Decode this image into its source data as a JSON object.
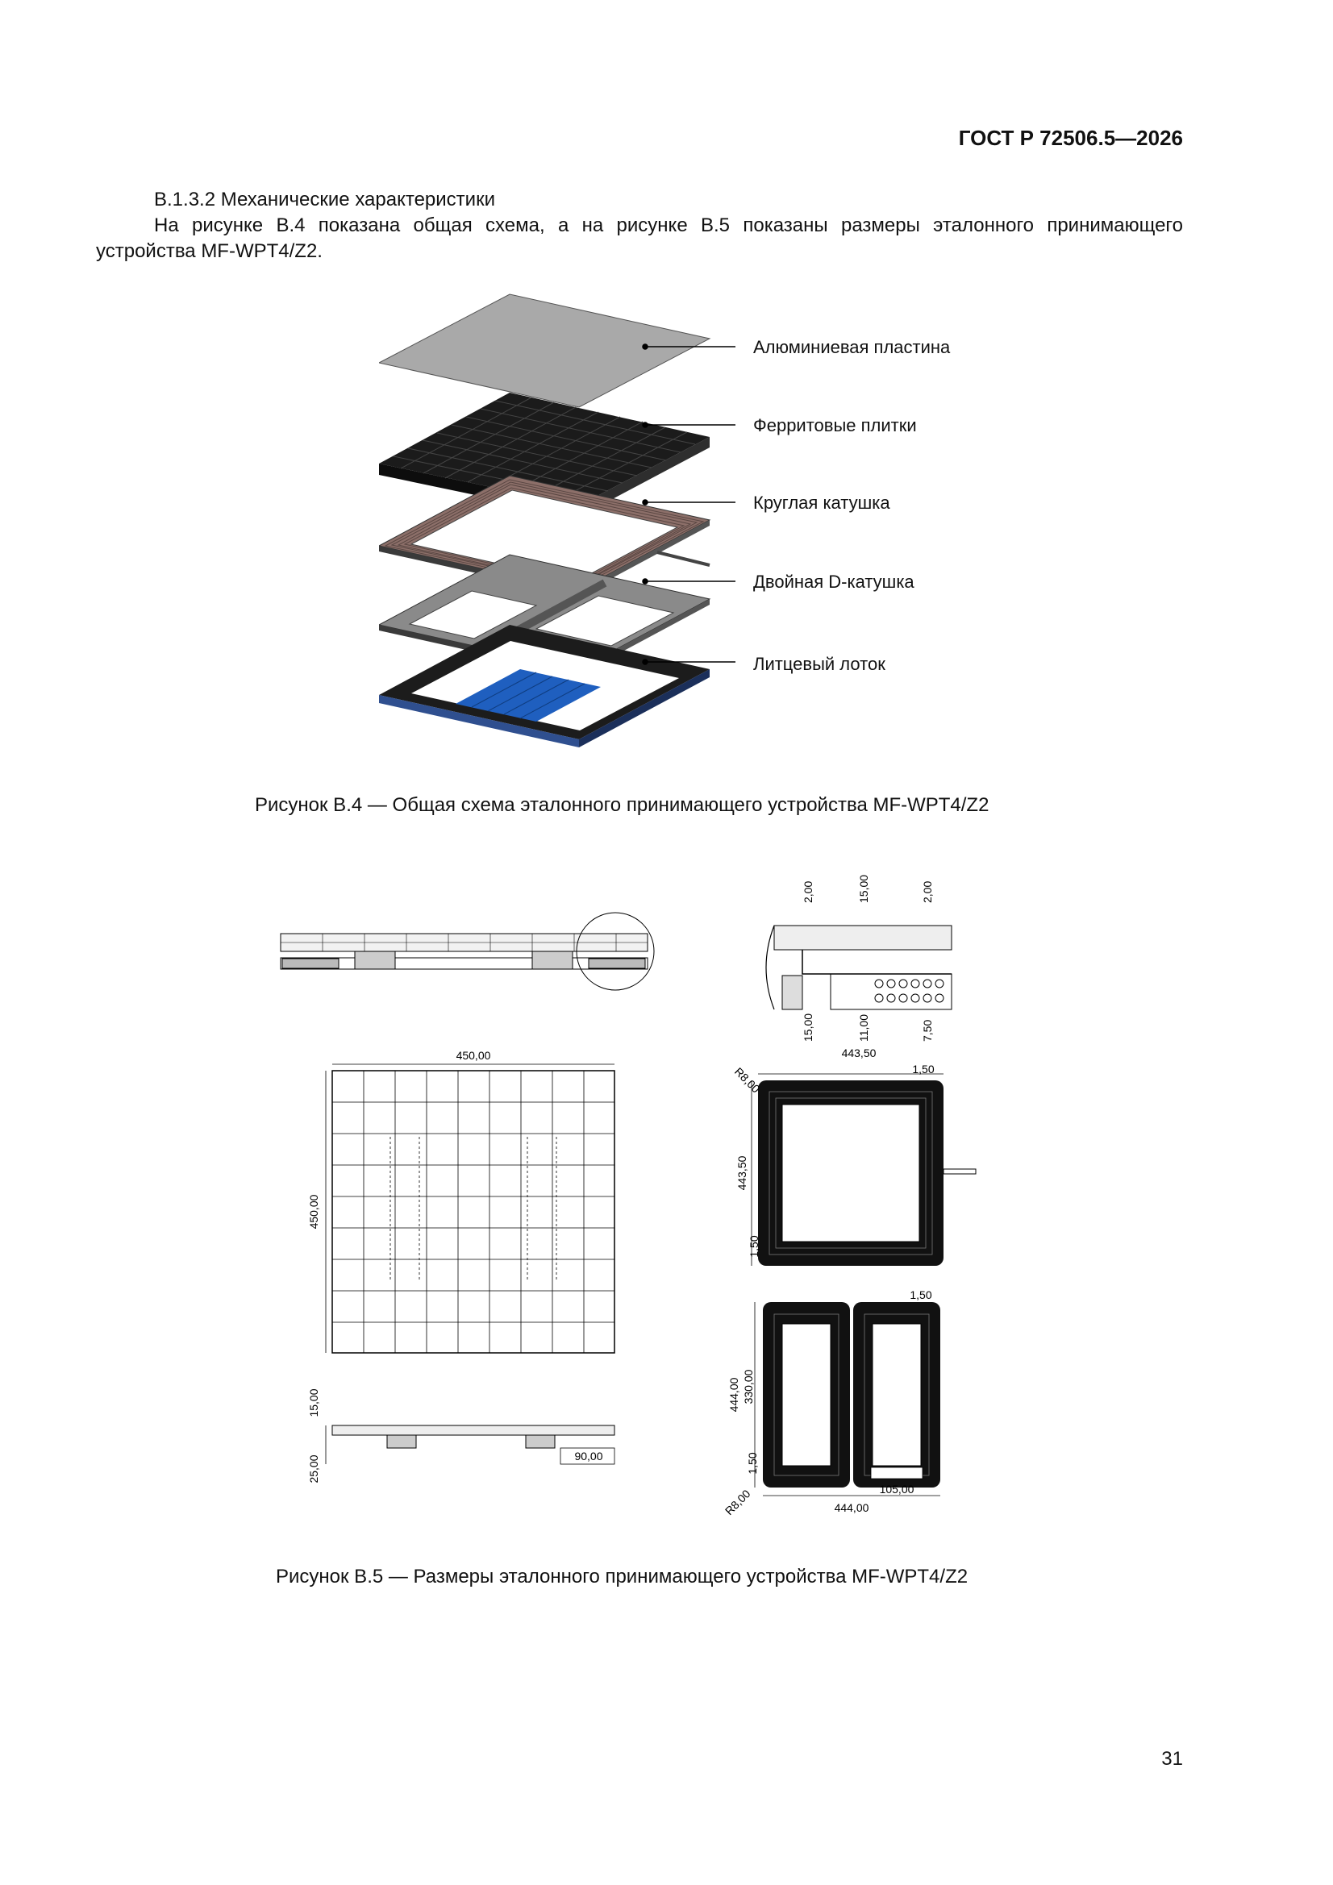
{
  "header": {
    "doc_code": "ГОСТ Р 72506.5—2026"
  },
  "section": {
    "heading": "В.1.3.2 Механические характеристики",
    "text": "На рисунке В.4 показана общая схема, а на рисунке В.5 показаны размеры эталонного принимающего устройства MF-WPT4/Z2."
  },
  "figure_b4": {
    "labels": [
      "Алюминиевая пластина",
      "Ферритовые плитки",
      "Круглая катушка",
      "Двойная D-катушка",
      "Литцевый лоток"
    ],
    "caption": "Рисунок В.4 — Общая схема эталонного принимающего устройства MF-WPT4/Z2"
  },
  "figure_b5": {
    "detail": {
      "top": [
        "2,00",
        "15,00",
        "2,00"
      ],
      "bottom": [
        "15,00",
        "11,00",
        "7,50"
      ]
    },
    "ferrite": {
      "width": "450,00",
      "height": "450,00",
      "side_a": "15,00",
      "side_b": "25,00",
      "bottom": "90,00"
    },
    "circular": {
      "radius": "R8,00",
      "width": "443,50",
      "gap_top": "1,50",
      "height": "443,50",
      "gap_left": "1,50"
    },
    "dd": {
      "gap_top": "1,50",
      "height": "444,00",
      "inner": "330,00",
      "gap_left": "1,50",
      "radius": "R8,00",
      "inner_w": "105,00",
      "width": "444,00"
    },
    "caption": "Рисунок В.5 — Размеры эталонного принимающего устройства MF-WPT4/Z2"
  },
  "page_number": "31"
}
